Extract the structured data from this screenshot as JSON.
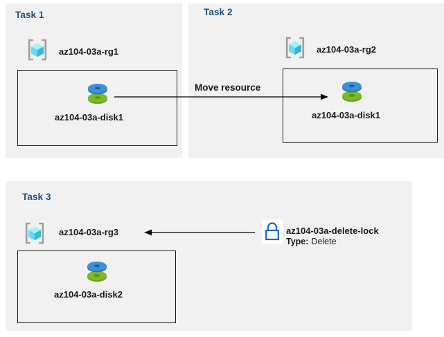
{
  "diagram": {
    "title_color": "#1f4e79",
    "panel_bg": "#f1f1f1",
    "page_bg": "#ffffff"
  },
  "panels": [
    {
      "id": "task1",
      "title": "Task 1",
      "resource_group": {
        "label": "az104-03a-rg1",
        "icon": "resource-group-icon"
      },
      "resource": {
        "label": "az104-03a-disk1",
        "icon": "managed-disk-icon"
      }
    },
    {
      "id": "task2",
      "title": "Task 2",
      "resource_group": {
        "label": "az104-03a-rg2",
        "icon": "resource-group-icon"
      },
      "resource": {
        "label": "az104-03a-disk1",
        "icon": "managed-disk-icon"
      }
    },
    {
      "id": "task3",
      "title": "Task 3",
      "resource_group": {
        "label": "az104-03a-rg3",
        "icon": "resource-group-icon"
      },
      "resource": {
        "label": "az104-03a-disk2",
        "icon": "managed-disk-icon"
      },
      "lock": {
        "name": "az104-03a-delete-lock",
        "type_label": "Type:",
        "type_value": "Delete",
        "icon": "lock-icon"
      }
    }
  ],
  "connectors": [
    {
      "id": "move-resource",
      "label": "Move resource",
      "from": "az104-03a-disk1",
      "to": "az104-03a-rg2",
      "direction": "right"
    },
    {
      "id": "lock-applies-to",
      "label": "",
      "from": "az104-03a-delete-lock",
      "to": "az104-03a-rg3",
      "direction": "left"
    }
  ],
  "colors": {
    "disk_top": "#3b91d9",
    "disk_bottom": "#7cb828",
    "cube_light": "#8ce6f5",
    "cube_dark": "#2fb9dd",
    "bracket": "#9e9e9e",
    "lock_outline": "#1565d8",
    "arrow": "#000000",
    "border": "#1a1a1a"
  }
}
